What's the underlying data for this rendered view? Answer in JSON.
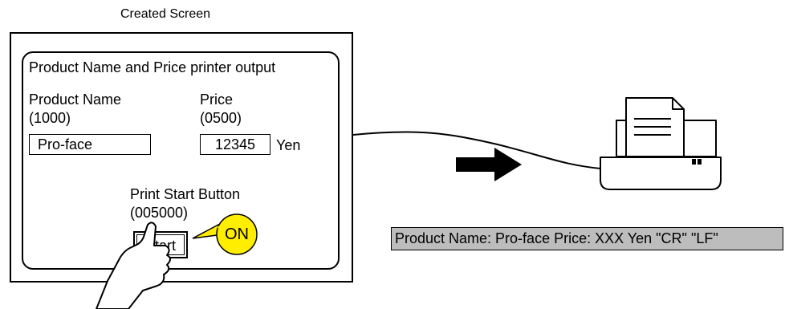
{
  "caption": "Created Screen",
  "panel": {
    "title": "Product Name and Price printer output",
    "product_label": "Product Name",
    "product_address": "(1000)",
    "product_value": "Pro-face",
    "price_label": "Price",
    "price_address": "(0500)",
    "price_value": "12345",
    "price_unit": "Yen",
    "button_caption": "Print Start Button",
    "button_address": "(005000)",
    "button_label": "Start"
  },
  "callout": "ON",
  "output_text": "Product Name: Pro-face  Price: XXX Yen \"CR\" \"LF\"",
  "icons": [
    "hand-pointer-icon",
    "arrow-right-icon",
    "printer-icon"
  ],
  "colors": {
    "callout_fill": "#ffee00",
    "output_bar": "#bdbdbd"
  }
}
